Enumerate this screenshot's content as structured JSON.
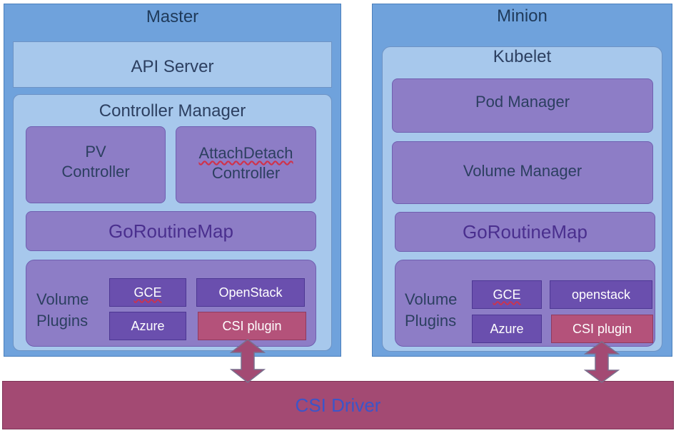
{
  "master": {
    "title": "Master",
    "api_server": "API Server",
    "controller_manager": {
      "title": "Controller Manager",
      "pv_controller": [
        "PV",
        "Controller"
      ],
      "attach_detach_controller": [
        "AttachDetach",
        "Controller"
      ],
      "goroutine_map": "GoRoutineMap",
      "volume_plugins": {
        "label": [
          "Volume",
          "Plugins"
        ],
        "plugins": [
          "GCE",
          "OpenStack",
          "Azure",
          "CSI plugin"
        ]
      }
    }
  },
  "minion": {
    "title": "Minion",
    "kubelet": {
      "title": "Kubelet",
      "pod_manager": "Pod Manager",
      "volume_manager": "Volume Manager",
      "goroutine_map": "GoRoutineMap",
      "volume_plugins": {
        "label": [
          "Volume",
          "Plugins"
        ],
        "plugins": [
          "GCE",
          "openstack",
          "Azure",
          "CSI plugin"
        ]
      }
    }
  },
  "csi_driver": "CSI Driver",
  "colors": {
    "outer_blue": "#6fa2dc",
    "panel_blue": "#a7c8ec",
    "lavender": "#8d7dc6",
    "purple_chip": "#6a4fae",
    "pink_chip": "#b4527a",
    "driver_bar": "#a34a73",
    "driver_text": "#3b55c9"
  }
}
